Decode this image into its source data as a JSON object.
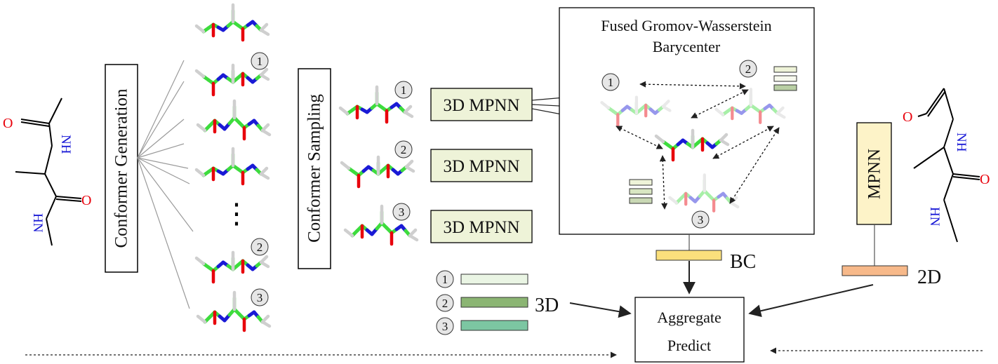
{
  "labels": {
    "conformer_generation": "Conformer Generation",
    "conformer_sampling": "Conformer Sampling",
    "mpnn_3d": "3D MPNN",
    "fgw_title_line1": "Fused Gromov-Wasserstein",
    "fgw_title_line2": "Barycenter",
    "bc": "BC",
    "mpnn": "MPNN",
    "label_2d": "2D",
    "label_3d": "3D",
    "aggregate_line1": "Aggregate",
    "aggregate_line2": "Predict",
    "ellipsis": "⋮"
  },
  "markers": [
    "①",
    "②",
    "③"
  ],
  "molecule_atoms": {
    "oxygen": "O",
    "nitrogen_h": "NH",
    "hn": "HN"
  },
  "colors": {
    "oxygen": "#e8000b",
    "nitrogen": "#1a1ad6",
    "carbon_3d": "#3ddc3d",
    "hydrogen": "#cfcfcf",
    "mpnn_box": "#eef3d8",
    "bc_bar": "#fbe07c",
    "bar_2d": "#f7b98a",
    "mpnn_2d_box": "#fdf3c8",
    "emb1": "#eaf5e4",
    "emb2": "#8bb573",
    "emb3": "#7cc6a2"
  }
}
